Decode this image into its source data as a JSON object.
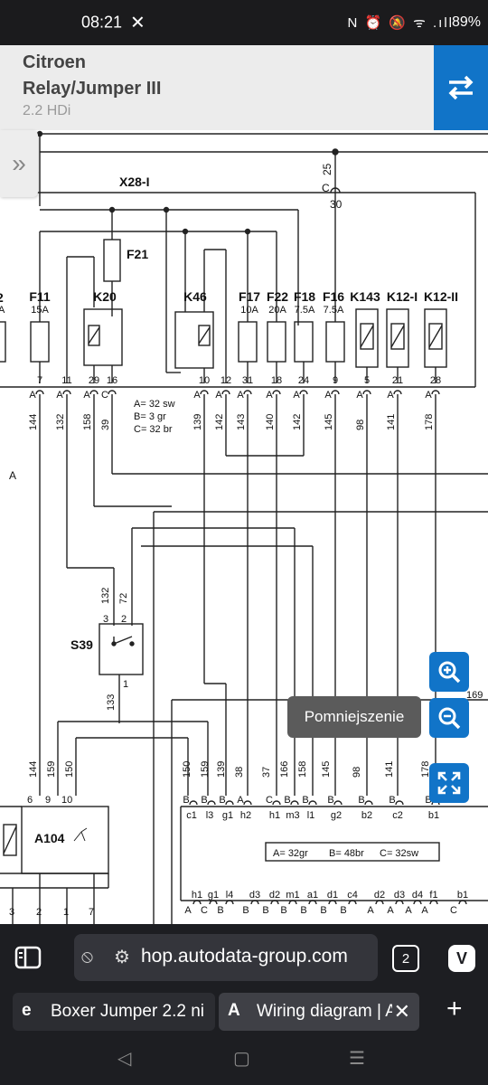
{
  "status_bar": {
    "time": "08:21",
    "notification_glyph": "✕",
    "system_icons": "N ⏰ 🔕 ᯤ .ıll",
    "battery": "89%"
  },
  "header": {
    "make": "Citroen",
    "model": "Relay/Jumper III",
    "engine": "2.2 HDi",
    "swap_icon": "swap-arrows-icon",
    "expand_icon": "double-chevron-right-icon"
  },
  "diagram": {
    "connector_top": "X28-I",
    "wire_25": "25",
    "pin_c_top": "C",
    "pin_30": "30",
    "fuse_f21": "F21",
    "fuse_partial_2": "2",
    "fuse_partial_a": "A",
    "components": [
      {
        "name": "F11",
        "rating": "15A"
      },
      {
        "name": "K20",
        "rating": ""
      },
      {
        "name": "K46",
        "rating": ""
      },
      {
        "name": "F17",
        "rating": "10A"
      },
      {
        "name": "F22",
        "rating": "20A"
      },
      {
        "name": "F18",
        "rating": "7.5A"
      },
      {
        "name": "F16",
        "rating": "7.5A"
      },
      {
        "name": "K143",
        "rating": ""
      },
      {
        "name": "K12-I",
        "rating": ""
      },
      {
        "name": "K12-II",
        "rating": ""
      }
    ],
    "pins_row1": [
      "7",
      "11",
      "29",
      "16",
      "10",
      "12",
      "31",
      "18",
      "24",
      "9",
      "5",
      "21",
      "28"
    ],
    "conn_row1": [
      "A",
      "A",
      "A",
      "C",
      "A",
      "A",
      "A",
      "A",
      "A",
      "A",
      "A",
      "A",
      "A"
    ],
    "wires_row1": [
      "144",
      "132",
      "158",
      "39",
      "139",
      "142",
      "143",
      "140",
      "142",
      "145",
      "98",
      "141",
      "178"
    ],
    "legend_top": [
      "A= 32 sw",
      "B= 3 gr",
      "C= 32 br"
    ],
    "side_label_a": "A",
    "s39": {
      "name": "S39",
      "wires": [
        "132",
        "72"
      ],
      "pins": [
        "3",
        "2",
        "1"
      ],
      "wire_out": "133"
    },
    "wire_169": "169",
    "a104": {
      "name": "A104",
      "pins_top": [
        "6",
        "9",
        "10"
      ],
      "pins_bottom": [
        "3",
        "2",
        "1",
        "7"
      ]
    },
    "wires_row2": [
      "144",
      "159",
      "150",
      "150",
      "159",
      "139",
      "38",
      "37",
      "166",
      "158",
      "145",
      "98",
      "141",
      "178"
    ],
    "conn_row2": [
      "B",
      "B",
      "B",
      "A",
      "C",
      "B",
      "B",
      "B",
      "B",
      "B",
      "B"
    ],
    "pins_row2": [
      "c1",
      "l3",
      "g1",
      "h2",
      "h1",
      "m3",
      "l1",
      "g2",
      "b2",
      "c2",
      "b1"
    ],
    "legend_bottom": [
      "A= 32gr",
      "B= 48br",
      "C= 32sw"
    ],
    "pins_row3": [
      "h1",
      "g1",
      "l4",
      "d3",
      "d2",
      "m1",
      "a1",
      "d1",
      "c4",
      "d2",
      "d3",
      "d4",
      "f1",
      "b1"
    ],
    "conn_row3": [
      "A",
      "C",
      "B",
      "B",
      "B",
      "B",
      "B",
      "B",
      "B",
      "A",
      "A",
      "A",
      "A",
      "C"
    ]
  },
  "zoom_controls": {
    "zoom_in_icon": "zoom-in-icon",
    "zoom_out_icon": "zoom-out-icon",
    "fit_icon": "fit-screen-icon",
    "tooltip": "Pomniejszenie"
  },
  "browser": {
    "url": "hop.autodata-group.com",
    "tab_count": "2",
    "tabs": [
      {
        "icon": "e",
        "title": "Boxer Jumper 2.2 ni"
      },
      {
        "icon": "A",
        "title": "Wiring diagram | A",
        "close": "✕"
      }
    ],
    "new_tab": "+"
  },
  "nav": {
    "back": "◁",
    "home": "▢",
    "recents": "☰"
  },
  "colors": {
    "accent": "#1174c8",
    "header_bg": "#ececec",
    "dark_bg": "#1d1e22"
  }
}
